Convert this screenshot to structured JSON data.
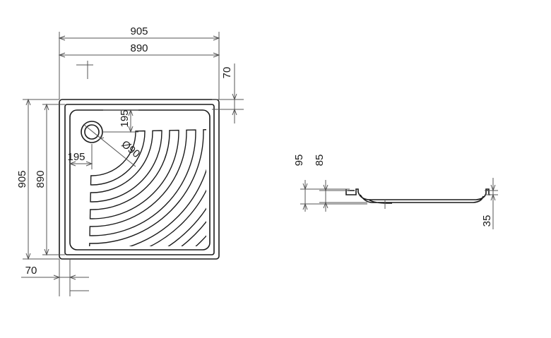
{
  "plan": {
    "width_outer": "905",
    "width_inner": "890",
    "height_outer": "905",
    "height_inner": "890",
    "rim_top": "70",
    "rim_bottom": "70",
    "drain_offset_x": "195",
    "drain_offset_y": "195",
    "drain_diameter": "Ø90"
  },
  "section": {
    "height_total": "95",
    "height_inner": "85",
    "depth": "35"
  }
}
